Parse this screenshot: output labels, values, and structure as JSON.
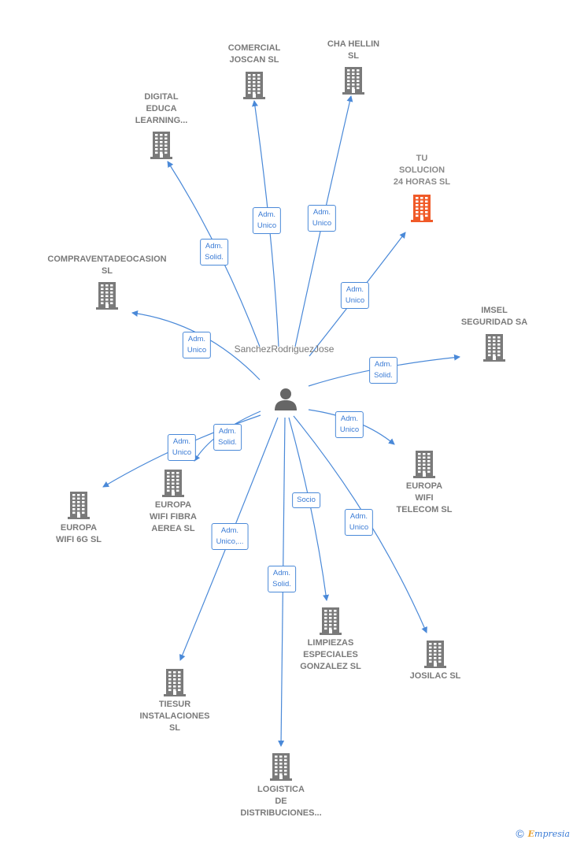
{
  "center": {
    "label_lines": [
      "Sanchez",
      "Rodriguez",
      "Jose"
    ]
  },
  "companies": [
    {
      "id": "comercial",
      "label_lines": [
        "COMERCIAL",
        "JOSCAN SL"
      ],
      "highlight": false
    },
    {
      "id": "cha",
      "label_lines": [
        "CHA HELLIN",
        "SL"
      ],
      "highlight": false
    },
    {
      "id": "digital",
      "label_lines": [
        "DIGITAL",
        "EDUCA",
        "LEARNING..."
      ],
      "highlight": false
    },
    {
      "id": "tu",
      "label_lines": [
        "TU",
        "SOLUCION",
        "24 HORAS  SL"
      ],
      "highlight": true
    },
    {
      "id": "compra",
      "label_lines": [
        "COMPRAVENTADEOCASION",
        "SL"
      ],
      "highlight": false
    },
    {
      "id": "imsel",
      "label_lines": [
        "IMSEL",
        "SEGURIDAD SA"
      ],
      "highlight": false
    },
    {
      "id": "ewtel",
      "label_lines": [
        "EUROPA",
        "WIFI",
        "TELECOM  SL"
      ],
      "highlight": false
    },
    {
      "id": "ewfa",
      "label_lines": [
        "EUROPA",
        "WIFI FIBRA",
        "AEREA  SL"
      ],
      "highlight": false
    },
    {
      "id": "ew6g",
      "label_lines": [
        "EUROPA",
        "WIFI 6G  SL"
      ],
      "highlight": false
    },
    {
      "id": "limp",
      "label_lines": [
        "LIMPIEZAS",
        "ESPECIALES",
        "GONZALEZ  SL"
      ],
      "highlight": false
    },
    {
      "id": "josilac",
      "label_lines": [
        "JOSILAC SL"
      ],
      "highlight": false
    },
    {
      "id": "tiesur",
      "label_lines": [
        "TIESUR",
        "INSTALACIONES",
        "SL"
      ],
      "highlight": false
    },
    {
      "id": "logistica",
      "label_lines": [
        "LOGISTICA",
        "DE",
        "DISTRIBUCIONES..."
      ],
      "highlight": false
    }
  ],
  "relations": [
    {
      "to": "comercial",
      "label_lines": [
        "Adm.",
        "Unico"
      ]
    },
    {
      "to": "cha",
      "label_lines": [
        "Adm.",
        "Unico"
      ]
    },
    {
      "to": "digital",
      "label_lines": [
        "Adm.",
        "Solid."
      ]
    },
    {
      "to": "tu",
      "label_lines": [
        "Adm.",
        "Unico"
      ]
    },
    {
      "to": "compra",
      "label_lines": [
        "Adm.",
        "Unico"
      ]
    },
    {
      "to": "imsel",
      "label_lines": [
        "Adm.",
        "Solid."
      ]
    },
    {
      "to": "ewtel",
      "label_lines": [
        "Adm.",
        "Unico"
      ]
    },
    {
      "to": "ewfa",
      "label_lines": [
        "Adm.",
        "Solid."
      ]
    },
    {
      "to": "ew6g",
      "label_lines": [
        "Adm.",
        "Unico"
      ]
    },
    {
      "to": "limp",
      "label_lines": [
        "Socio"
      ]
    },
    {
      "to": "josilac",
      "label_lines": [
        "Adm.",
        "Unico"
      ]
    },
    {
      "to": "tiesur",
      "label_lines": [
        "Adm.",
        "Unico,..."
      ]
    },
    {
      "to": "logistica",
      "label_lines": [
        "Adm.",
        "Solid."
      ]
    }
  ],
  "colors": {
    "edge": "#4a89d8",
    "building": "#7a7a7a",
    "highlight": "#f05a28",
    "person": "#666666"
  },
  "footer": {
    "copyright_symbol": "©",
    "brand_initial": "E",
    "brand_rest": "mpresia"
  }
}
